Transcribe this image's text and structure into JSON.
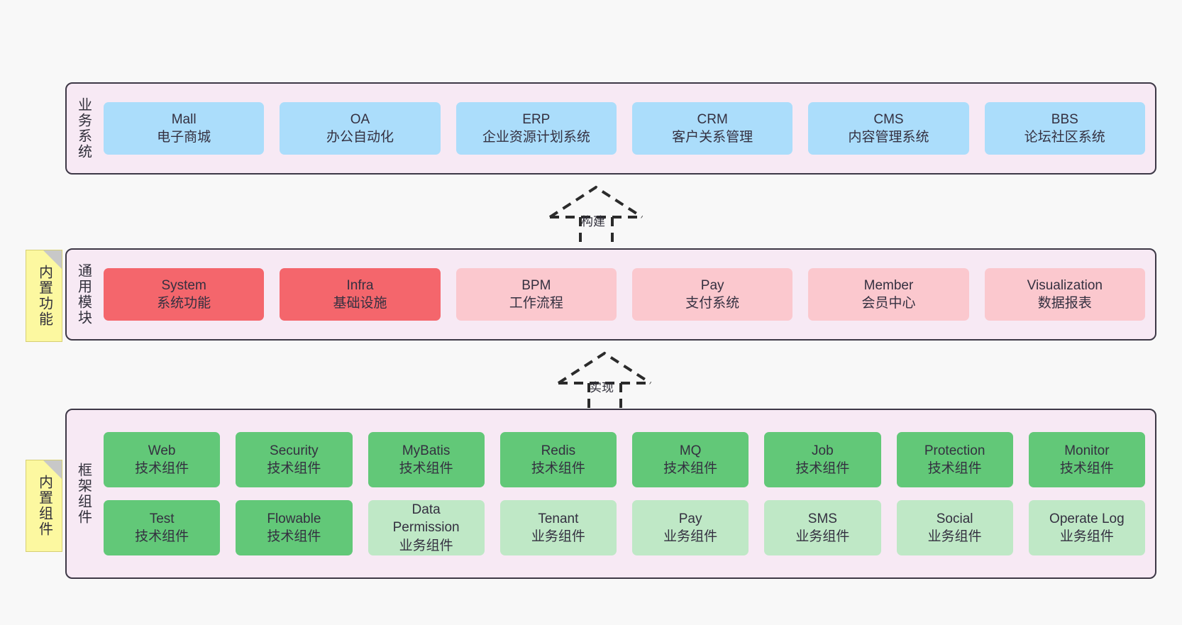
{
  "diagram": {
    "background": "#f8f8f8",
    "layers": [
      {
        "id": "business",
        "title": "业务系统",
        "rows": [
          {
            "cards": [
              {
                "name": "Mall",
                "sub": "电子商城",
                "color": "#abddfb"
              },
              {
                "name": "OA",
                "sub": "办公自动化",
                "color": "#abddfb"
              },
              {
                "name": "ERP",
                "sub": "企业资源计划系统",
                "color": "#abddfb"
              },
              {
                "name": "CRM",
                "sub": "客户关系管理",
                "color": "#abddfb"
              },
              {
                "name": "CMS",
                "sub": "内容管理系统",
                "color": "#abddfb"
              },
              {
                "name": "BBS",
                "sub": "论坛社区系统",
                "color": "#abddfb"
              }
            ]
          }
        ]
      },
      {
        "id": "common-modules",
        "title": "通用模块",
        "note": "内置功能",
        "rows": [
          {
            "cards": [
              {
                "name": "System",
                "sub": "系统功能",
                "color": "#f4666c"
              },
              {
                "name": "Infra",
                "sub": "基础设施",
                "color": "#f4666c"
              },
              {
                "name": "BPM",
                "sub": "工作流程",
                "color": "#fbc8ce"
              },
              {
                "name": "Pay",
                "sub": "支付系统",
                "color": "#fbc8ce"
              },
              {
                "name": "Member",
                "sub": "会员中心",
                "color": "#fbc8ce"
              },
              {
                "name": "Visualization",
                "sub": "数据报表",
                "color": "#fbc8ce"
              }
            ]
          }
        ]
      },
      {
        "id": "framework-components",
        "title": "框架组件",
        "note": "内置组件",
        "rows": [
          {
            "cards": [
              {
                "name": "Web",
                "sub": "技术组件",
                "color": "#62c878"
              },
              {
                "name": "Security",
                "sub": "技术组件",
                "color": "#62c878"
              },
              {
                "name": "MyBatis",
                "sub": "技术组件",
                "color": "#62c878"
              },
              {
                "name": "Redis",
                "sub": "技术组件",
                "color": "#62c878"
              },
              {
                "name": "MQ",
                "sub": "技术组件",
                "color": "#62c878"
              },
              {
                "name": "Job",
                "sub": "技术组件",
                "color": "#62c878"
              },
              {
                "name": "Protection",
                "sub": "技术组件",
                "color": "#62c878"
              },
              {
                "name": "Monitor",
                "sub": "技术组件",
                "color": "#62c878"
              }
            ]
          },
          {
            "cards": [
              {
                "name": "Test",
                "sub": "技术组件",
                "color": "#62c878"
              },
              {
                "name": "Flowable",
                "sub": "技术组件",
                "color": "#62c878"
              },
              {
                "name": "Data\nPermission",
                "sub": "业务组件",
                "color": "#bfe8c6"
              },
              {
                "name": "Tenant",
                "sub": "业务组件",
                "color": "#bfe8c6"
              },
              {
                "name": "Pay",
                "sub": "业务组件",
                "color": "#bfe8c6"
              },
              {
                "name": "SMS",
                "sub": "业务组件",
                "color": "#bfe8c6"
              },
              {
                "name": "Social",
                "sub": "业务组件",
                "color": "#bfe8c6"
              },
              {
                "name": "Operate Log",
                "sub": "业务组件",
                "color": "#bfe8c6"
              }
            ]
          }
        ]
      }
    ],
    "connectors": [
      {
        "id": "build",
        "label": "构建",
        "from": "common-modules",
        "to": "business"
      },
      {
        "id": "implement",
        "label": "实现",
        "from": "framework-components",
        "to": "common-modules"
      }
    ]
  }
}
